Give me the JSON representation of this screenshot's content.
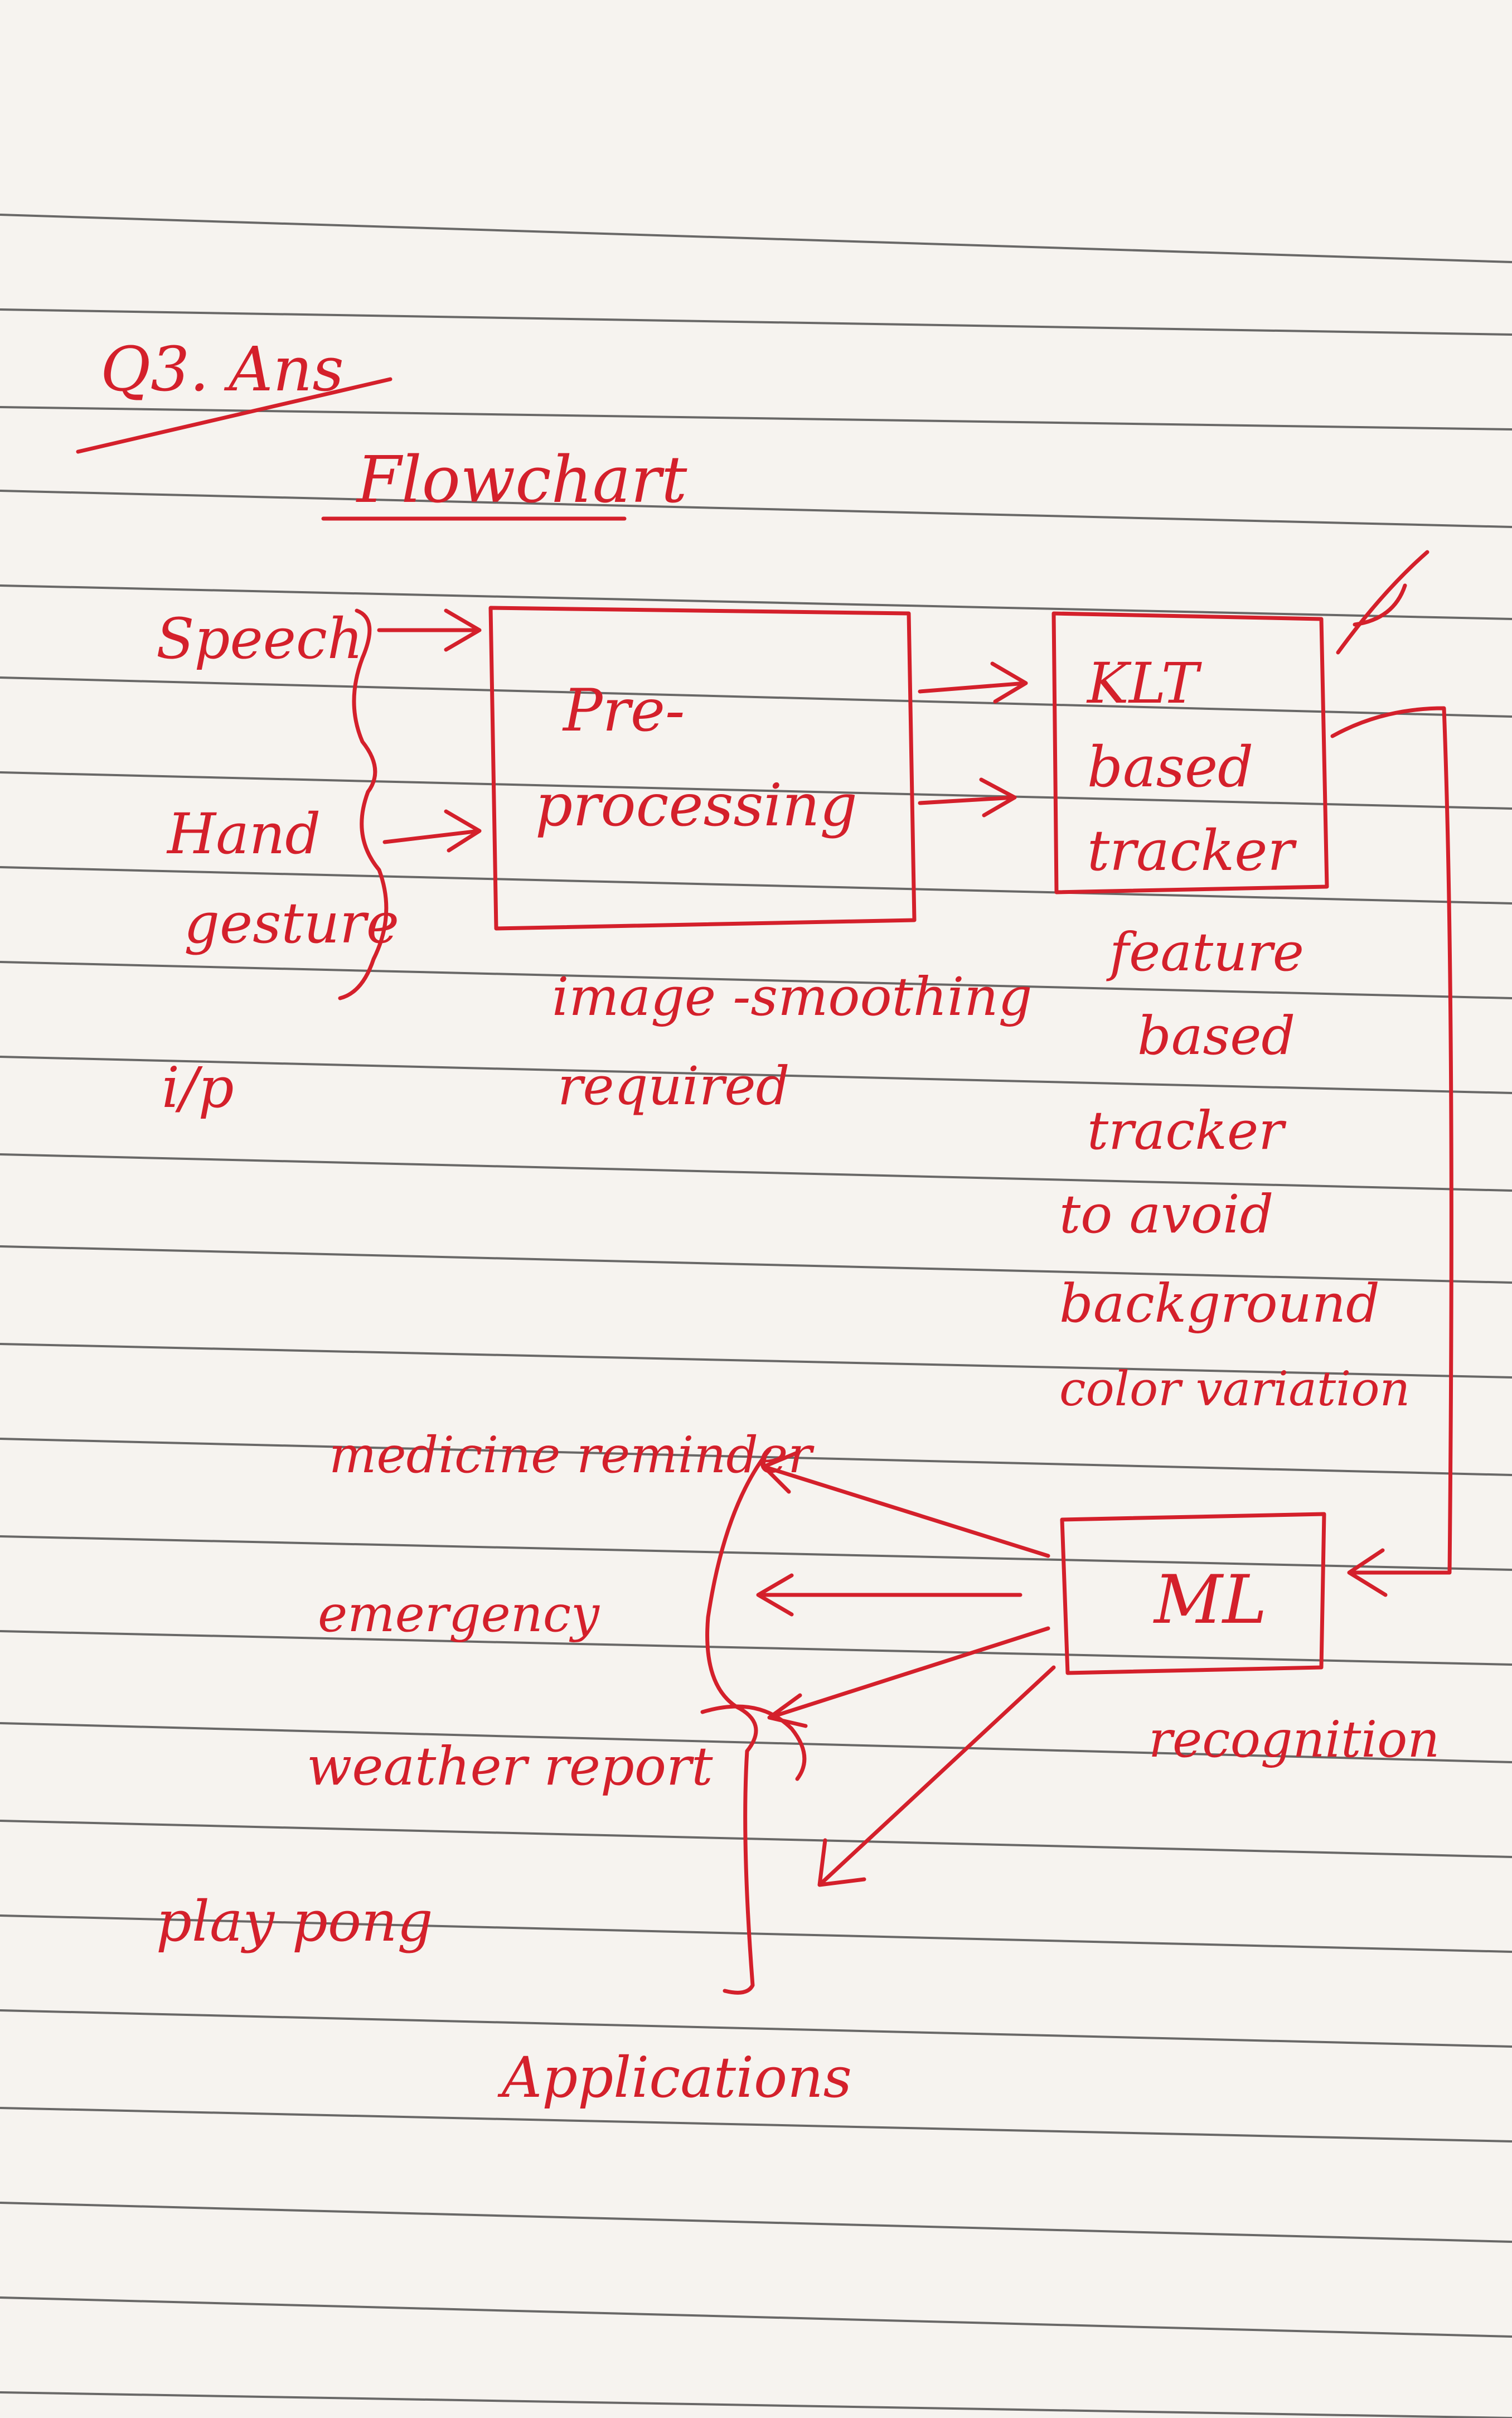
{
  "heading": {
    "question": "Q3. Ans",
    "title": "Flowchart"
  },
  "inputs": {
    "speech": "Speech",
    "hand": "Hand",
    "gesture": "gesture",
    "ip": "i/p"
  },
  "boxes": {
    "preprocessing": {
      "line1": "Pre-",
      "line2": "processing"
    },
    "tracker": {
      "line1": "KLT",
      "line2": "based",
      "line3": "tracker"
    },
    "ml": "ML"
  },
  "notes": {
    "preprocessing": [
      "image -smoothing",
      "required"
    ],
    "tracker": [
      "feature",
      "based",
      "tracker",
      "to avoid",
      "background",
      "color variation"
    ],
    "recognition": "recognition"
  },
  "applications": {
    "items": [
      "medicine reminder",
      "emergency",
      "weather report",
      "play pong"
    ],
    "label": "Applications"
  },
  "colors": {
    "ink": "#d4202b",
    "paper": "#f6f3ef",
    "rules": "#3a3a3a"
  }
}
